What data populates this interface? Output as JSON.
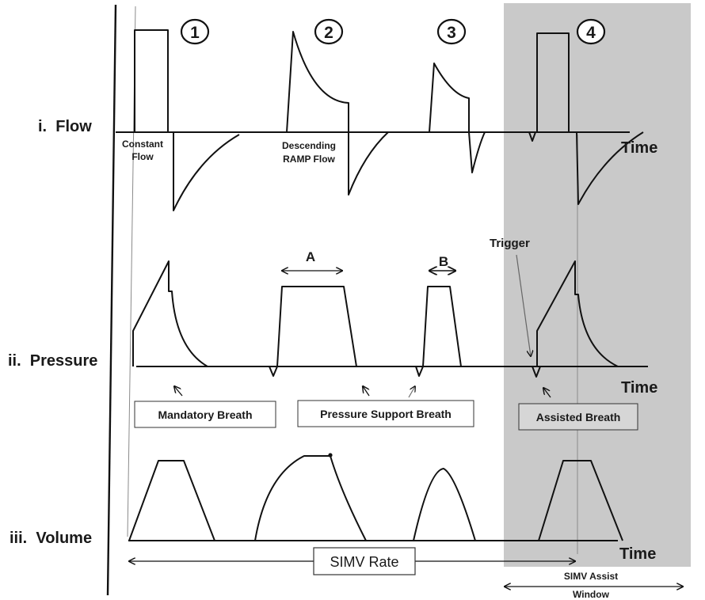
{
  "axes": {
    "flow_label": "i.  Flow",
    "pressure_label": "ii.  Pressure",
    "volume_label": "iii.  Volume",
    "time_label": "Time"
  },
  "breath_numbers": [
    "1",
    "2",
    "3",
    "4"
  ],
  "flow_annotations": {
    "constant_line1": "Constant",
    "constant_line2": "Flow",
    "ramp_line1": "Descending",
    "ramp_line2": "RAMP Flow"
  },
  "pressure_annotations": {
    "a": "A",
    "b": "B",
    "trigger": "Trigger"
  },
  "boxes": {
    "mandatory": "Mandatory Breath",
    "pressure_support": "Pressure Support Breath",
    "assisted": "Assisted Breath",
    "simv_rate": "SIMV Rate"
  },
  "window": {
    "line1": "SIMV Assist",
    "line2": "Window"
  },
  "colors": {
    "assist_window_shade": "#c9c9c9",
    "trace": "#111111"
  }
}
